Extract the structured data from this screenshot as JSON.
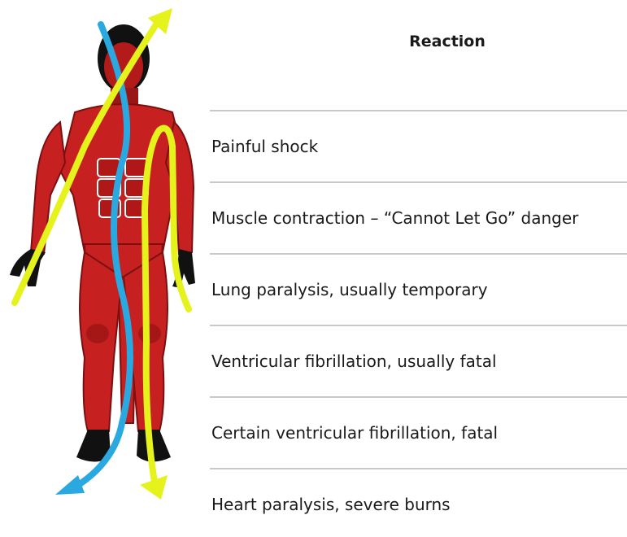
{
  "table": {
    "header": "Reaction",
    "rows": [
      "Painful shock",
      "Muscle contraction – “Cannot Let Go” danger",
      "Lung paralysis, usually temporary",
      "Ventricular fibrillation, usually fatal",
      "Certain ventricular fibrillation, fatal",
      "Heart paralysis, severe burns"
    ]
  },
  "colors": {
    "muscle": "#c62020",
    "muscle_dark": "#7a1010",
    "skin_dark": "#111111",
    "blue_path": "#29a9e0",
    "yellow_path": "#e6f21b",
    "divider": "#c8c8c8"
  },
  "icons": {
    "figure": "human-muscle-anatomy-icon",
    "blue_arrow": "blue-current-path-arrow",
    "yellow_arrow": "yellow-current-path-arrow"
  }
}
